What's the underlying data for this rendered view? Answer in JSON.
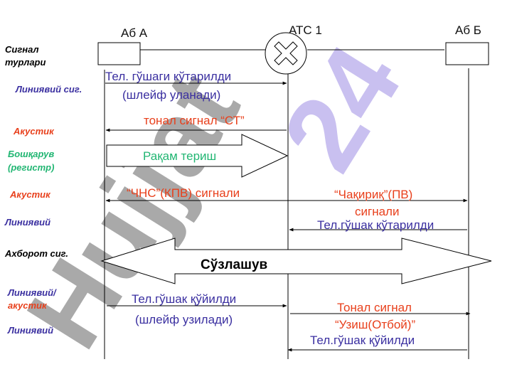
{
  "nodes": {
    "ab_a": "Аб А",
    "atc": "АТС 1",
    "ab_b": "Аб Б"
  },
  "watermark": {
    "part1": "Hujjat",
    "part2": "24",
    "color1": "#a9a9a9",
    "color2": "#c9c0f0"
  },
  "side_labels": {
    "signal_types_1": "Сигнал",
    "signal_types_2": "турлари",
    "line_sig": "Линиявий сиг.",
    "acoustic_1": "Акустик",
    "control_1": "Бошқарув",
    "control_2": "(регистр)",
    "acoustic_2": "Акустик",
    "line_1": "Линиявий",
    "info_sig": "Ахборот сиг.",
    "line_acoustic_a": "Линиявий/",
    "line_acoustic_b": "акустик",
    "line_2": "Линиявий"
  },
  "messages": {
    "offhook_1": "Тел. гўшаги кўтарилди",
    "offhook_2": "(шлейф уланади)",
    "dial_tone": "тонал сигнал “СТ”",
    "dialing": "Рақам териш",
    "ringback": "“ЧНС”(КПВ) сигнали",
    "ringing_1": "“Чақириқ”(ПВ)",
    "ringing_2": "сигнали",
    "answer": "Тел.гўшак кўтарилди",
    "conversation": "Сўзлашув",
    "onhook_a_1": "Тел.гўшак қўйилди",
    "onhook_a_2": "(шлейф узилади)",
    "busy_1": "Тонал сигнал",
    "busy_2": "“Узиш(Отбой)”",
    "onhook_b": "Тел.гўшак қўйилди"
  },
  "colors": {
    "linear": "#3a2fa0",
    "acoustic": "#e8401c",
    "control": "#22b673",
    "black": "#000000"
  }
}
